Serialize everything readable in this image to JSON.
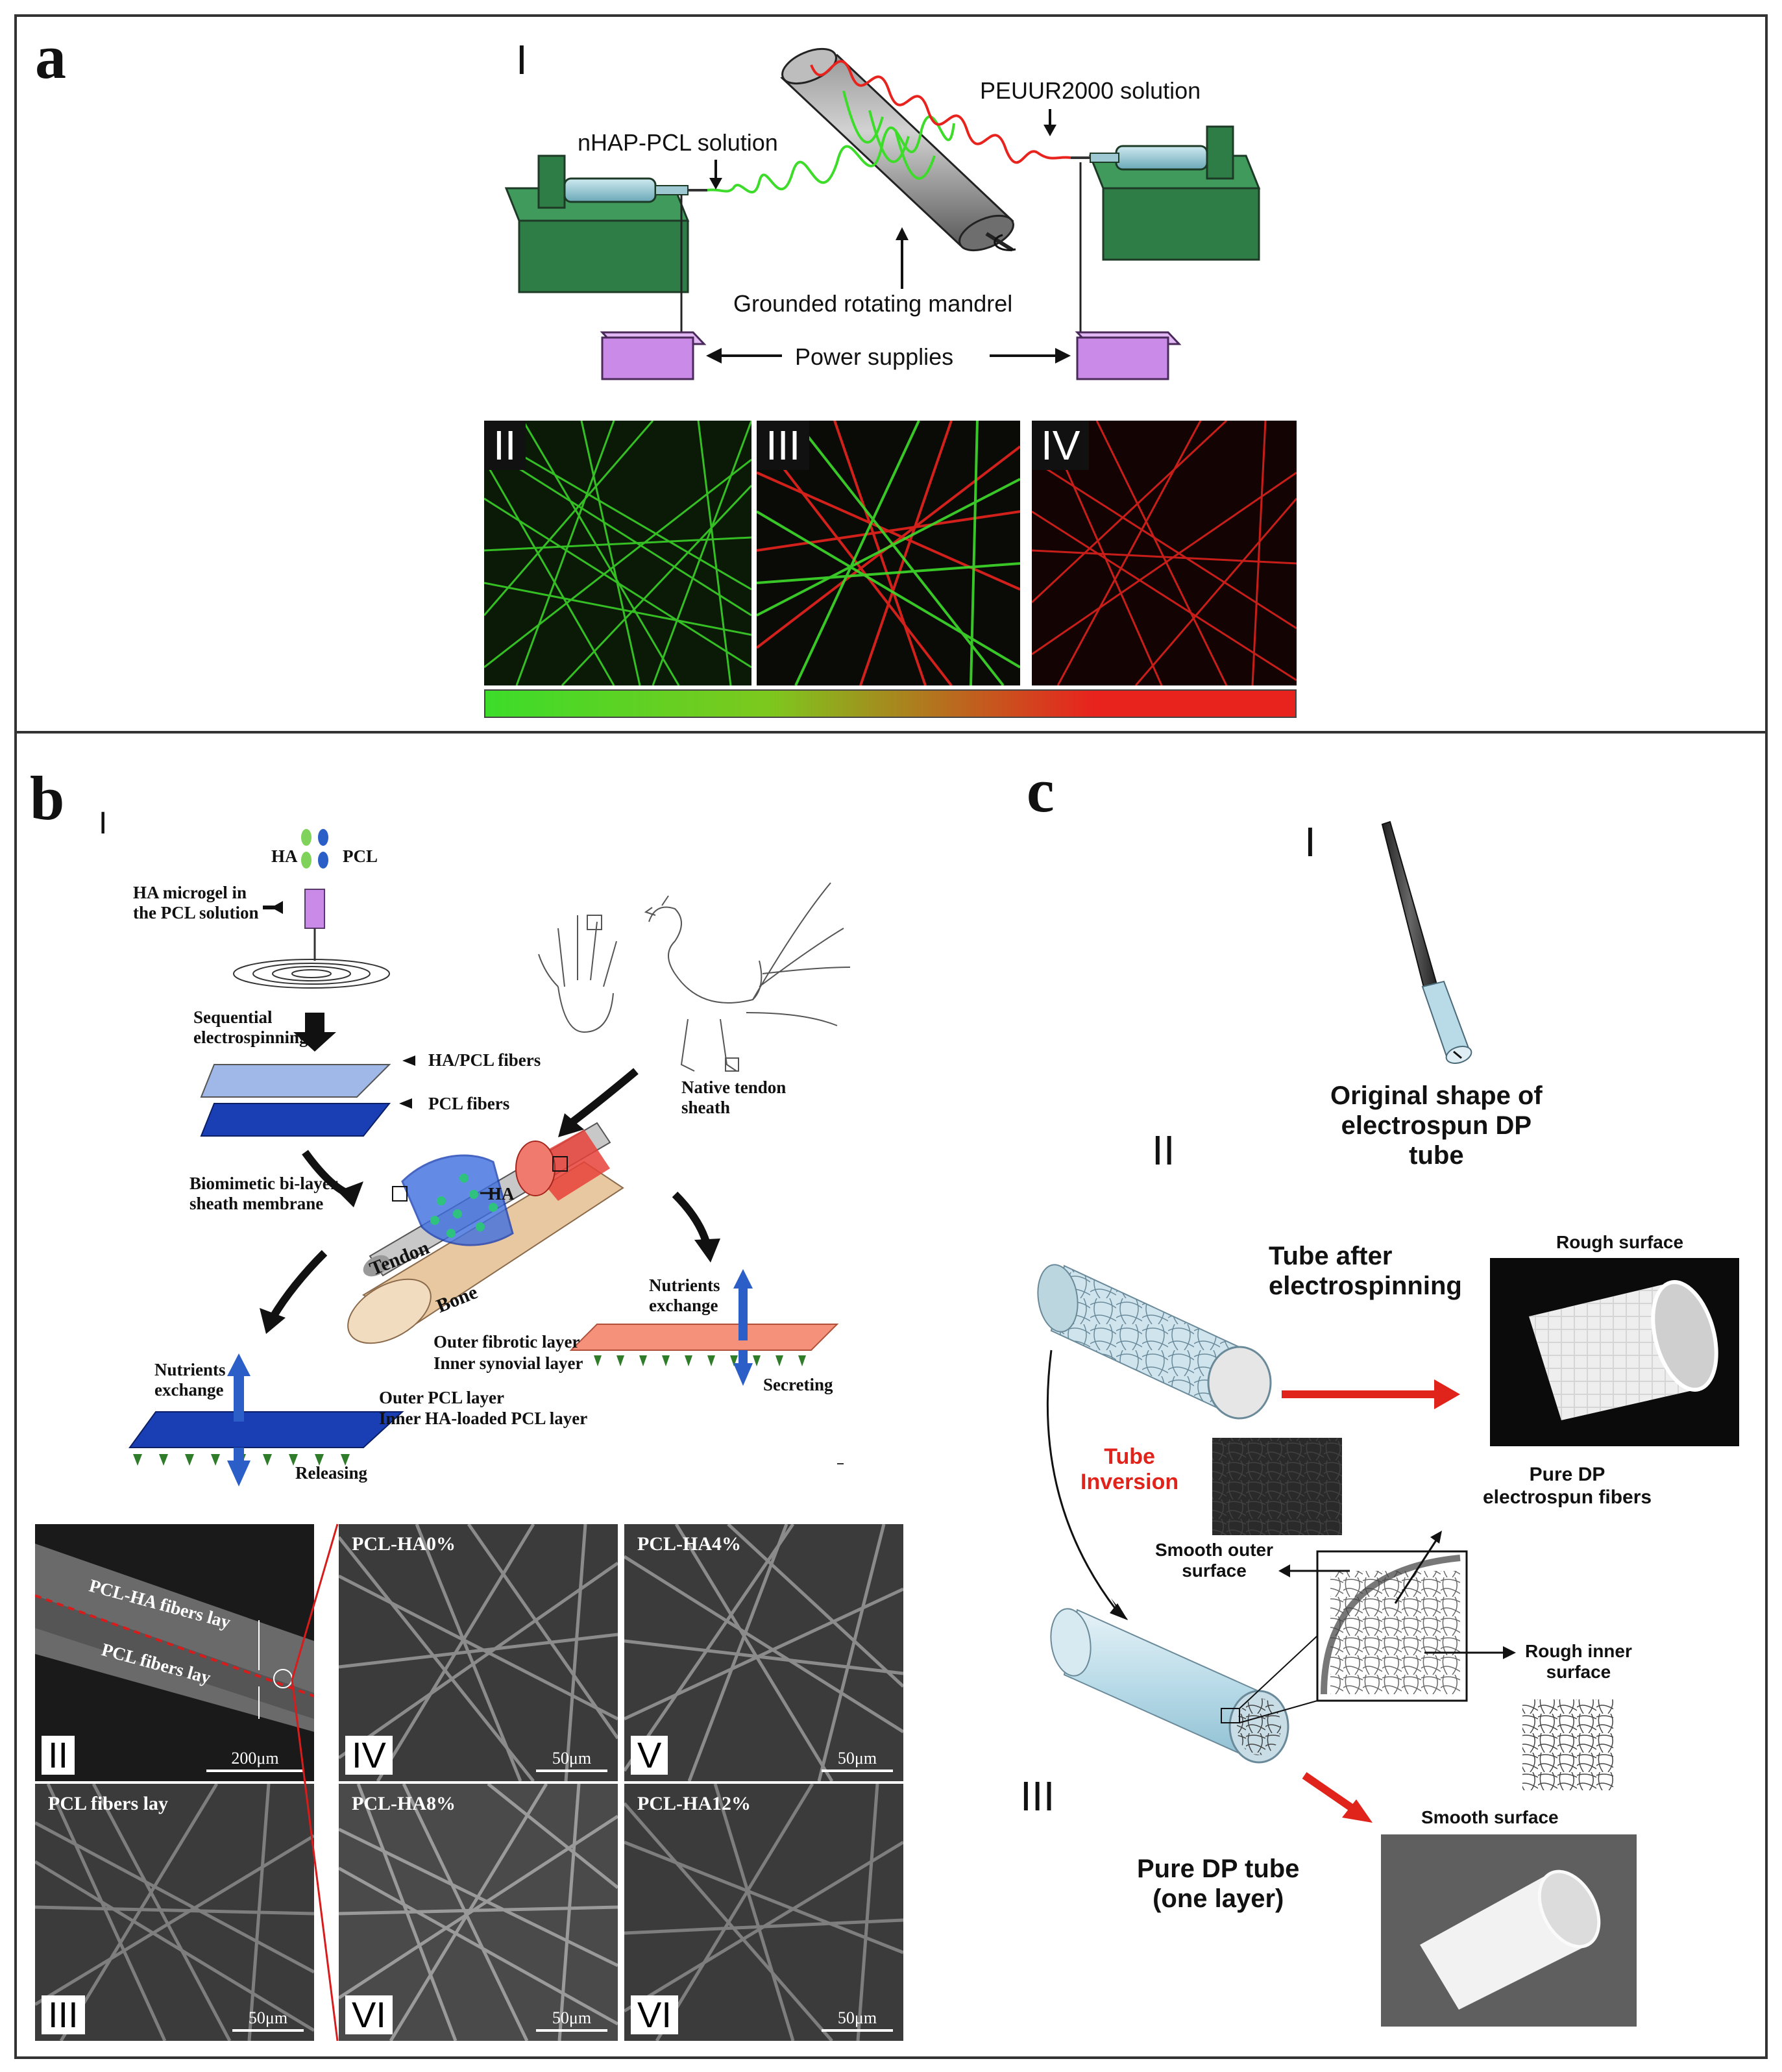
{
  "panels": {
    "a": {
      "letter": "a",
      "roman": [
        "I",
        "II",
        "III",
        "IV"
      ],
      "labels": {
        "left_solution": "nHAP-PCL solution",
        "right_solution": "PEUUR2000 solution",
        "mandrel": "Grounded rotating mandrel",
        "power": "Power supplies"
      },
      "colors": {
        "green": "#3ddc2a",
        "red": "#e8231e",
        "pump": "#2e7d46",
        "power_box": "#c98ae8"
      }
    },
    "b": {
      "letter": "b",
      "roman": [
        "I",
        "II",
        "III",
        "IV",
        "V",
        "VI",
        "VI"
      ],
      "labels": {
        "ha": "HA",
        "pcl": "PCL",
        "microgel": "HA microgel in\nthe PCL solution",
        "sequential": "Sequential\nelectrospinning",
        "ha_pcl_fibers": "HA/PCL fibers",
        "pcl_fibers": "PCL fibers",
        "native": "Native tendon\nsheath",
        "biomimetic": "Biomimetic bi-layer\nsheath membrane",
        "ha_arrow": "HA",
        "tendon": "Tendon",
        "bone": "Bone",
        "nutrients_left": "Nutrients\nexchange",
        "nutrients_right": "Nutrients\nexchange",
        "outer_fibrotic": "Outer fibrotic layer",
        "inner_synovial": "Inner synovial layer",
        "secreting": "Secreting",
        "outer_pcl": "Outer PCL layer",
        "inner_ha": "Inner HA-loaded PCL layer",
        "releasing": "Releasing"
      },
      "sem": {
        "cross_top": "PCL-HA fibers lay",
        "cross_bottom": "PCL fibers lay",
        "scale_200": "200μm",
        "scale_50": "50μm",
        "pcl_fibers_lay": "PCL fibers lay",
        "ha0": "PCL-HA0%",
        "ha4": "PCL-HA4%",
        "ha8": "PCL-HA8%",
        "ha12": "PCL-HA12%"
      }
    },
    "c": {
      "letter": "c",
      "roman": [
        "I",
        "II",
        "III"
      ],
      "labels": {
        "original": "Original shape of\nelectrospun DP\ntube",
        "tube_after": "Tube after\nelectrospinning",
        "rough_surface": "Rough surface",
        "inversion": "Tube\nInversion",
        "pure_fibers": "Pure DP\nelectrospun fibers",
        "smooth_outer": "Smooth outer\nsurface",
        "rough_inner": "Rough inner\nsurface",
        "smooth_surface": "Smooth surface",
        "pure_tube": "Pure DP tube\n(one layer)"
      }
    }
  }
}
